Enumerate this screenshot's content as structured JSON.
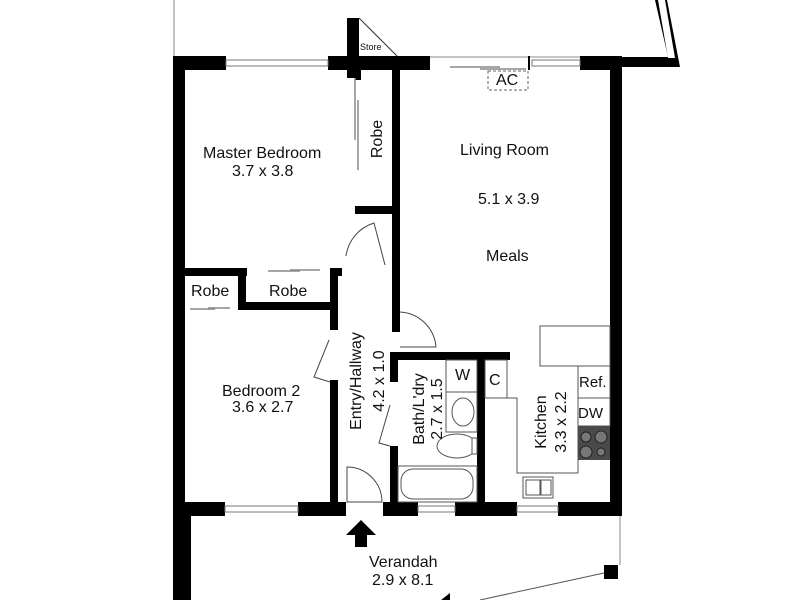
{
  "plan": {
    "rooms": {
      "master_bedroom": {
        "name": "Master Bedroom",
        "size": "3.7 x 3.8"
      },
      "master_robe": {
        "name": "Robe"
      },
      "living": {
        "name": "Living Room",
        "size": "5.1 x 3.9"
      },
      "meals": {
        "name": "Meals"
      },
      "robe_left": {
        "name": "Robe"
      },
      "robe_mid": {
        "name": "Robe"
      },
      "bedroom2": {
        "name": "Bedroom 2",
        "size": "3.6 x 2.7"
      },
      "entry": {
        "name": "Entry/Hallway",
        "size": "4.2 x 1.0"
      },
      "bath": {
        "name": "Bath/L'dry",
        "size": "2.7 x 1.5"
      },
      "kitchen": {
        "name": "Kitchen",
        "size": "3.3 x 2.2"
      },
      "verandah": {
        "name": "Verandah",
        "size": "2.9 x 8.1"
      },
      "store": {
        "name": "Store"
      }
    },
    "fixtures": {
      "ac": "AC",
      "washer": "W",
      "cupboard": "C",
      "fridge": "Ref.",
      "dishwasher": "DW"
    },
    "colors": {
      "wall": "#000000",
      "fixture_line": "#555555",
      "cooktop": "#4a4a4a"
    }
  }
}
